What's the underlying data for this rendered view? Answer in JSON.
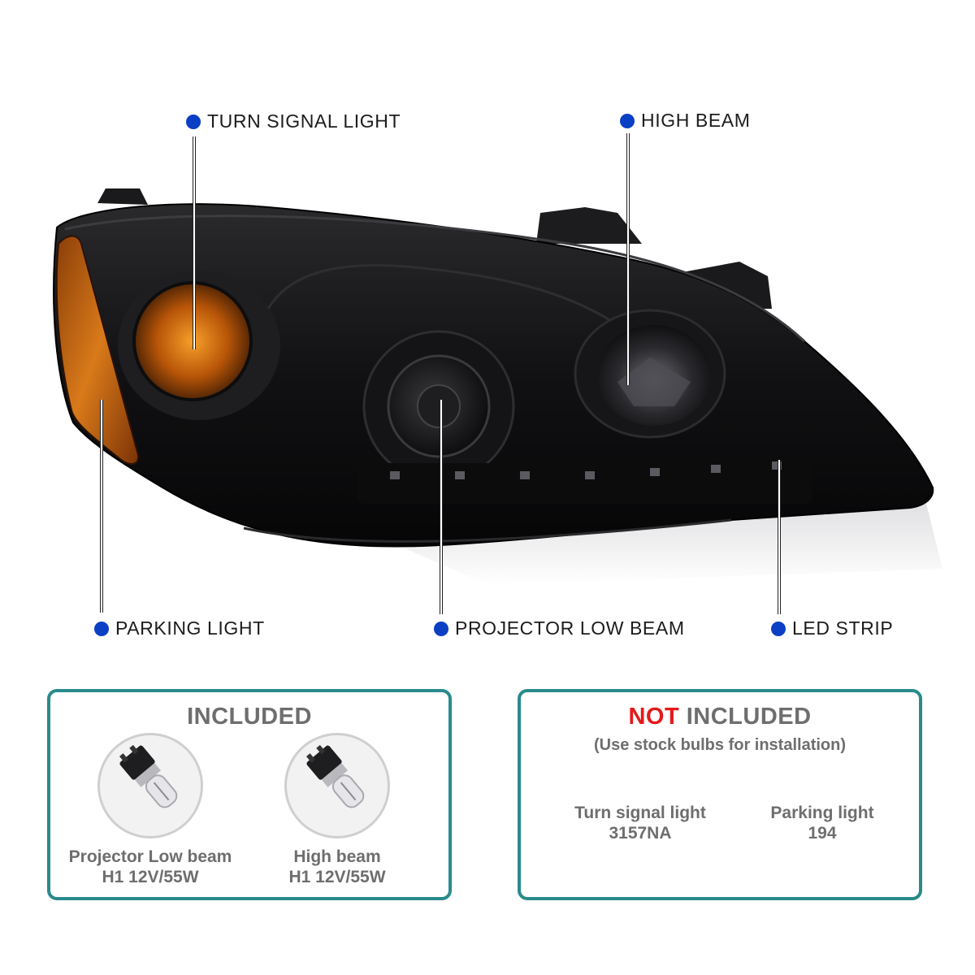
{
  "callouts": {
    "turn_signal": "TURN SIGNAL LIGHT",
    "high_beam": "HIGH BEAM",
    "parking": "PARKING LIGHT",
    "projector": "PROJECTOR LOW BEAM",
    "led": "LED STRIP"
  },
  "included": {
    "title": "INCLUDED",
    "bulbs": [
      {
        "name": "Projector Low beam",
        "spec": "H1 12V/55W"
      },
      {
        "name": "High beam",
        "spec": "H1 12V/55W"
      }
    ]
  },
  "not_included": {
    "title_accent": "NOT",
    "title_rest": " INCLUDED",
    "note": "(Use stock bulbs for installation)",
    "items": [
      {
        "name": "Turn signal light",
        "code": "3157NA"
      },
      {
        "name": "Parking light",
        "code": "194"
      }
    ]
  },
  "colors": {
    "dot": "#0b3fc4",
    "panel_border": "#2a8a8c",
    "accent_red": "#e41a1a",
    "panel_text": "#6e6e6e",
    "amber": "#c8650a"
  }
}
